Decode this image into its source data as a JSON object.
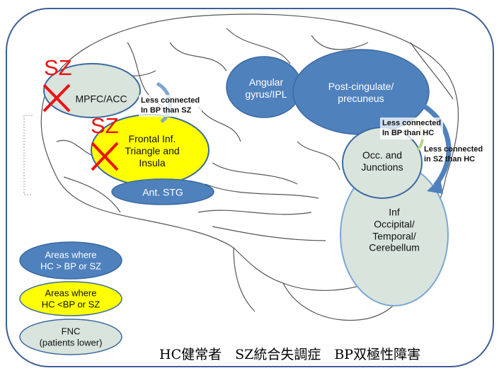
{
  "regions": {
    "mpfc": "MPFC/ACC",
    "frontal": [
      "Frontal Inf.",
      "Triangle and",
      "Insula"
    ],
    "ant_stg": "Ant. STG",
    "angular": [
      "Angular",
      "gyrus/IPL"
    ],
    "post_cingulate": [
      "Post-cingulate/",
      "precuneus"
    ],
    "occ": [
      "Occ. and",
      "Junctions"
    ],
    "inf_occ": [
      "Inf",
      "Occipital/",
      "Temporal/",
      "Cerebellum"
    ]
  },
  "markers": {
    "sz1": "SZ",
    "sz2": "SZ"
  },
  "notes": {
    "bp_sz": [
      "Less connected",
      "In BP than SZ"
    ],
    "bp_hc": [
      "Less connected",
      "In BP than HC"
    ],
    "sz_hc": [
      "Less connected",
      "in SZ than HC"
    ]
  },
  "legend": {
    "blue": [
      "Areas where",
      "HC > BP or SZ"
    ],
    "yellow": [
      "Areas where",
      "HC <BP or SZ"
    ],
    "gray": [
      "FNC",
      "(patients lower)"
    ]
  },
  "caption": "HC健常者　SZ統合失調症　BP双極性障害",
  "colors": {
    "blue": "#4f81bd",
    "yellow": "#ffff00",
    "gray": "#d9e4dd",
    "red": "#ee1111",
    "border": "#3d5f96"
  }
}
